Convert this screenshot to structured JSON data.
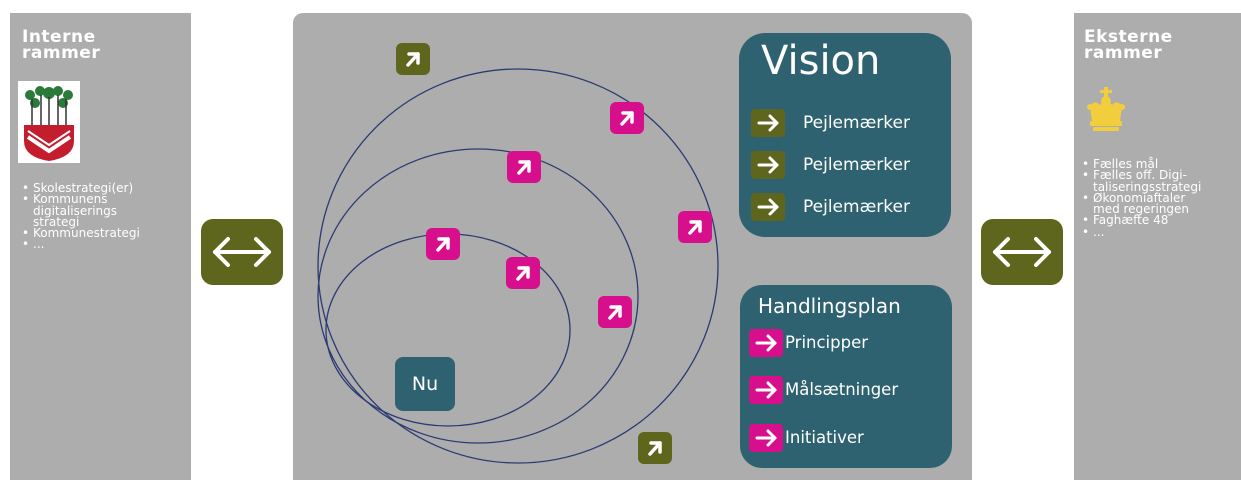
{
  "left_panel": {
    "title_line1": "Interne",
    "title_line2": "rammer",
    "logo_icon": "municipal-coat-of-arms",
    "bullets": [
      "Skolestrategi(er)",
      "Kommunens\ndigitaliserings\nstrategi",
      "Kommunestrategi",
      "..."
    ]
  },
  "right_panel": {
    "title_line1": "Eksterne",
    "title_line2": "rammer",
    "logo_icon": "crown-icon",
    "bullets": [
      "Fælles mål",
      "Fælles off. Digi-\ntaliseringsstrategi",
      "Økonomiaftaler\nmed regeringen",
      "Faghæfte 48",
      "..."
    ]
  },
  "connectors": {
    "icon": "bidirectional-arrow-icon"
  },
  "diagram": {
    "nu_label": "Nu",
    "vision": {
      "title": "Vision",
      "items": [
        "Pejlemærker",
        "Pejlemærker",
        "Pejlemærker"
      ]
    },
    "handlingsplan": {
      "title": "Handlingsplan",
      "items": [
        "Principper",
        "Målsætninger",
        "Initiativer"
      ]
    }
  },
  "colors": {
    "panel_gray": "#adadad",
    "olive": "#5e651c",
    "magenta": "#d70f8c",
    "teal": "#2e6270",
    "ring_navy": "#2b3a73",
    "crown_gold": "#f2cd3c"
  }
}
